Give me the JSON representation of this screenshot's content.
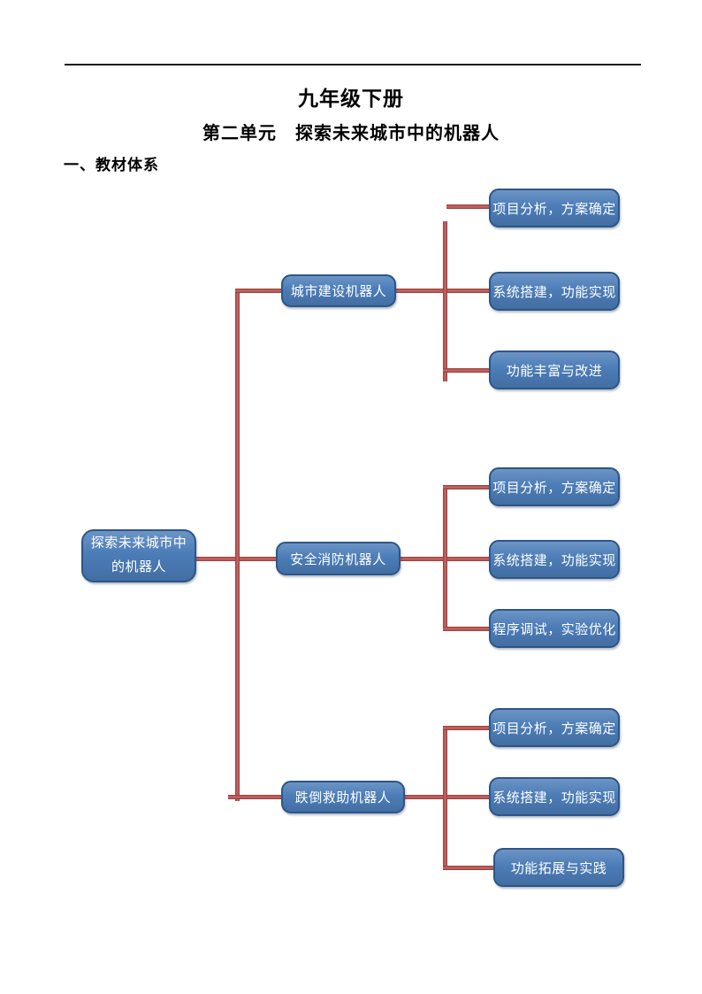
{
  "page": {
    "title": "九年级下册",
    "subtitle": "第二单元　探索未来城市中的机器人",
    "section_heading": "一、教材体系"
  },
  "colors": {
    "node_fill": "#4c7db8",
    "node_border": "#2d5688",
    "node_text": "#ffffff",
    "connector": "#bf4b47",
    "header_rule": "#1c1c1c"
  },
  "diagram": {
    "root": {
      "label": "探索未来城市中\n的机器人"
    },
    "branches": [
      {
        "label": "城市建设机器人",
        "children": [
          "项目分析，方案确定",
          "系统搭建，功能实现",
          "功能丰富与改进"
        ]
      },
      {
        "label": "安全消防机器人",
        "children": [
          "项目分析，方案确定",
          "系统搭建，功能实现",
          "程序调试，实验优化"
        ]
      },
      {
        "label": "跌倒救助机器人",
        "children": [
          "项目分析，方案确定",
          "系统搭建，功能实现",
          "功能拓展与实践"
        ]
      }
    ]
  }
}
